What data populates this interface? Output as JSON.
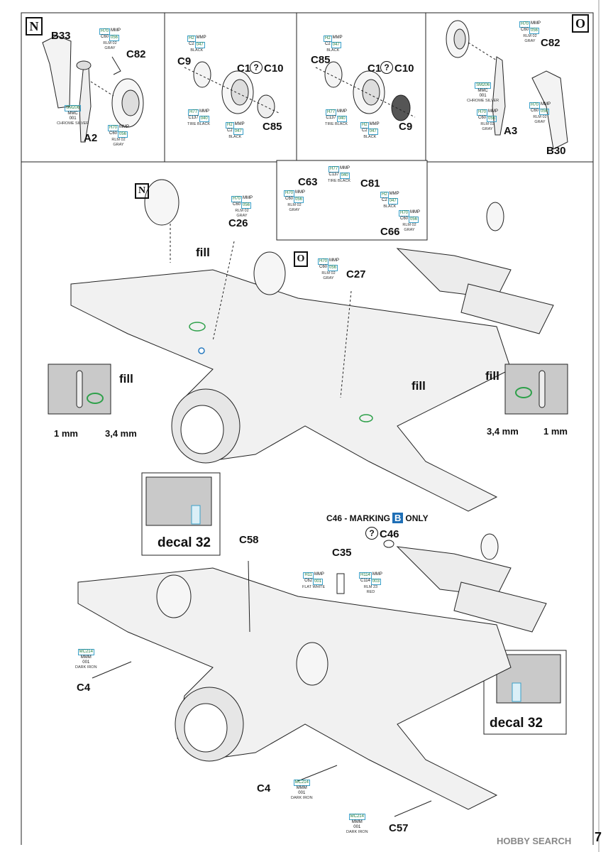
{
  "variants": {
    "n": "N",
    "o": "O"
  },
  "parts": {
    "b33": "B33",
    "c82a": "C82",
    "a2": "A2",
    "c9a": "C9",
    "c1a": "C1",
    "c10a": "C10",
    "c85a": "C85",
    "c85b": "C85",
    "c1b": "C1",
    "c10b": "C10",
    "c9b": "C9",
    "c82b": "C82",
    "a3": "A3",
    "b30": "B30",
    "c63": "C63",
    "c81": "C81",
    "c66": "C66",
    "c26": "C26",
    "c27": "C27",
    "c58": "C58",
    "c35": "C35",
    "c46": "C46",
    "c4a": "C4",
    "c4b": "C4",
    "c57": "C57"
  },
  "question_mark": "?",
  "paints": {
    "rlm02": {
      "h": "H70",
      "hmmp": "MMP",
      "c": "C60",
      "cn": "056",
      "name1": "RLM 02",
      "name2": "GRAY"
    },
    "black": {
      "h": "H2",
      "hmmp": "MMP",
      "c": "C2",
      "cn": "047",
      "name1": "BLACK"
    },
    "tire": {
      "h": "H77",
      "hmmp": "MMP",
      "c": "C137",
      "cn": "040",
      "name1": "TIRE BLACK"
    },
    "chrome": {
      "h": "SM206",
      "m": "MMC",
      "n": "001",
      "name1": "CHROME SILVER"
    },
    "white": {
      "h": "H11",
      "hmmp": "MMP",
      "c": "C62",
      "cn": "001",
      "name1": "FLAT WHITE"
    },
    "red": {
      "h": "H114",
      "hmmp": "MMP",
      "c": "C114",
      "cn": "003",
      "name1": "RLM 23",
      "name2": "RED"
    },
    "iron": {
      "h": "MC214",
      "m": "MMM",
      "n": "001",
      "name1": "DARK IRON"
    }
  },
  "labels": {
    "fill": "fill",
    "dim_1mm": "1 mm",
    "dim_34mm": "3,4 mm",
    "decal32": "decal 32",
    "marking_pre": "C46 - MARKING",
    "marking_letter": "B",
    "marking_post": "ONLY"
  },
  "footer": {
    "page": "7",
    "watermark": "HOBBY SEARCH"
  }
}
